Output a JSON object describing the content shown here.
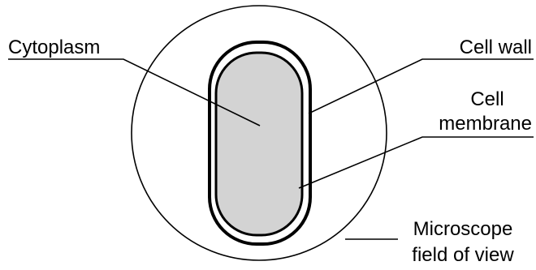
{
  "labels": {
    "cytoplasm": "Cytoplasm",
    "cell_wall": "Cell wall",
    "cell_membrane_line1": "Cell",
    "cell_membrane_line2": "membrane",
    "field_of_view_line1": "Microscope",
    "field_of_view_line2": "field of view"
  },
  "colors": {
    "stroke": "#000000",
    "cytoplasm_fill": "#d3d3d3",
    "background": "#ffffff"
  }
}
